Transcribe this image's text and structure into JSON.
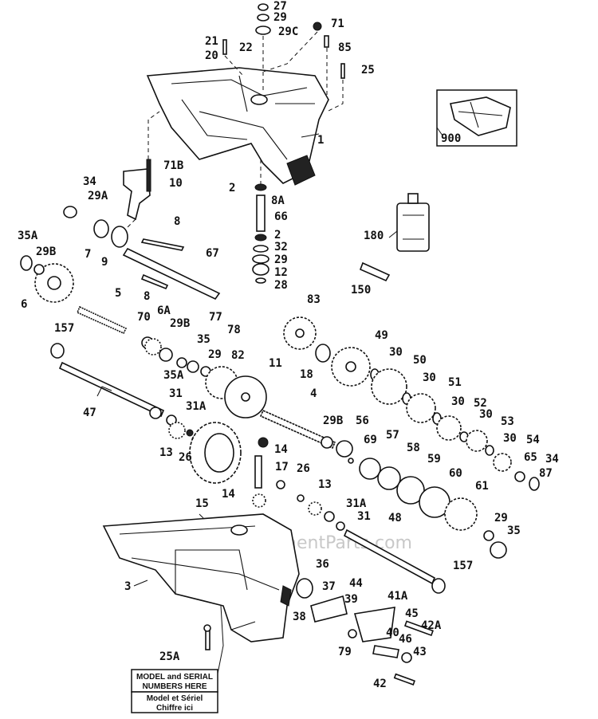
{
  "watermark": "eReplacementParts.com",
  "model_note": {
    "line1": "MODEL and SERIAL",
    "line2": "NUMBERS HERE",
    "line3": "Model et Sériel",
    "line4": "Chiffre ici"
  },
  "callouts": {
    "c27": "27",
    "c29top": "29",
    "c29c": "29C",
    "c71": "71",
    "c21": "21",
    "c20": "20",
    "c22": "22",
    "c85": "85",
    "c25": "25",
    "c1": "1",
    "c900": "900",
    "c71b": "71B",
    "c10": "10",
    "c34a": "34",
    "c29a": "29A",
    "c2a": "2",
    "c8a": "8A",
    "c66": "66",
    "c8top": "8",
    "c180": "180",
    "c35a": "35A",
    "c29b": "29B",
    "c7": "7",
    "c9": "9",
    "c67": "67",
    "c2b": "2",
    "c32": "32",
    "c29mid": "29",
    "c12": "12",
    "c28": "28",
    "c6": "6",
    "c8bot": "8",
    "c150": "150",
    "c5": "5",
    "c77": "77",
    "c78": "78",
    "c83": "83",
    "c70": "70",
    "c6a": "6A",
    "c29b2": "29B",
    "c157a": "157",
    "c35": "35",
    "c29d": "29",
    "c82": "82",
    "c35a2": "35A",
    "c49": "49",
    "c18": "18",
    "c30a": "30",
    "c50": "50",
    "c11": "11",
    "c30b": "30",
    "c51": "51",
    "c30c": "30",
    "c52": "52",
    "c30d": "30",
    "c53": "53",
    "c30e": "30",
    "c54": "54",
    "c4": "4",
    "c31": "31",
    "c31a": "31A",
    "c47": "47",
    "c29b3": "29B",
    "c56": "56",
    "c13": "13",
    "c26": "26",
    "c14a": "14",
    "c69": "69",
    "c57": "57",
    "c58": "58",
    "c59": "59",
    "c17": "17",
    "c26b": "26",
    "c65": "65",
    "c34b": "34",
    "c87": "87",
    "c60": "60",
    "c61": "61",
    "c15": "15",
    "c14b": "14",
    "c13b": "13",
    "c31a2": "31A",
    "c31b": "31",
    "c48": "48",
    "c29e": "29",
    "c35b": "35",
    "c3": "3",
    "c36": "36",
    "c157b": "157",
    "c37": "37",
    "c44": "44",
    "c39": "39",
    "c41a": "41A",
    "c45": "45",
    "c42a": "42A",
    "c38": "38",
    "c40": "40",
    "c46": "46",
    "c43": "43",
    "c79": "79",
    "c25a": "25A",
    "c42": "42"
  }
}
